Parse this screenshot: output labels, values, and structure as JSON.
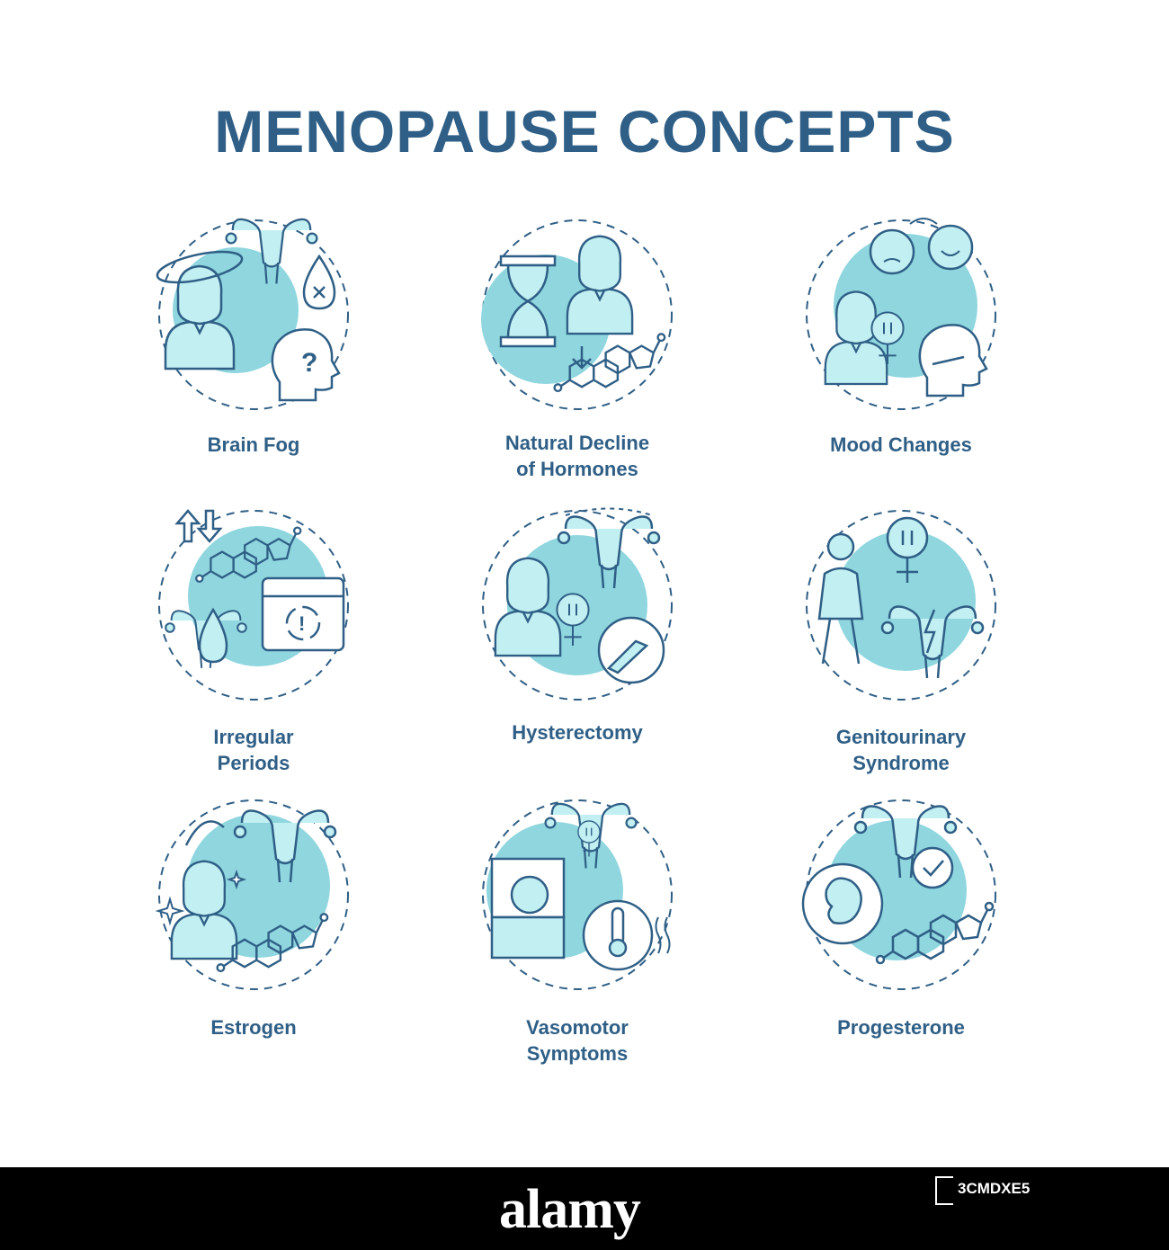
{
  "title": "MENOPAUSE CONCEPTS",
  "colors": {
    "stroke": "#2f5f86",
    "fill": "#c2eff2",
    "blob": "#8fd6df",
    "text": "#2f5f86"
  },
  "concepts": [
    {
      "label": "Brain Fog",
      "icon": "brain-fog-icon"
    },
    {
      "label": "Natural Decline\nof Hormones",
      "icon": "hormone-decline-icon"
    },
    {
      "label": "Mood Changes",
      "icon": "mood-changes-icon"
    },
    {
      "label": "Irregular\nPeriods",
      "icon": "irregular-periods-icon"
    },
    {
      "label": "Hysterectomy",
      "icon": "hysterectomy-icon"
    },
    {
      "label": "Genitourinary\nSyndrome",
      "icon": "genitourinary-icon"
    },
    {
      "label": "Estrogen",
      "icon": "estrogen-icon"
    },
    {
      "label": "Vasomotor\nSymptoms",
      "icon": "vasomotor-icon"
    },
    {
      "label": "Progesterone",
      "icon": "progesterone-icon"
    }
  ],
  "footer": {
    "logo": "alamy",
    "image_id": "3CMDXE5",
    "watermark": "alamy"
  }
}
